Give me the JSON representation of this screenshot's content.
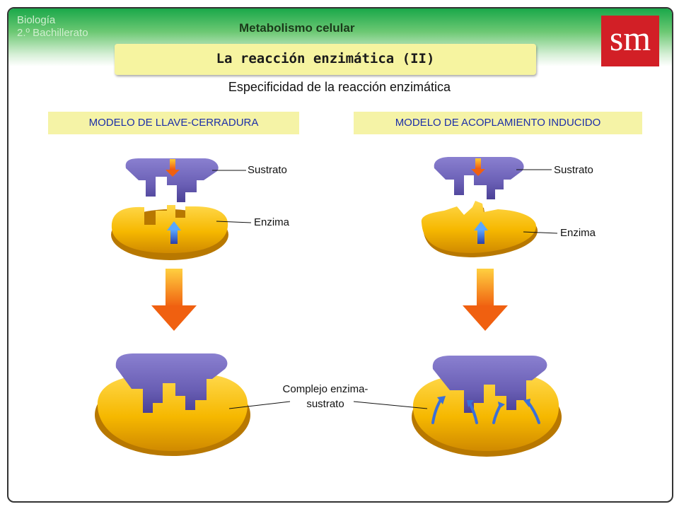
{
  "header": {
    "subject_line1": "Biología",
    "subject_line2": "2.º Bachillerato",
    "unit_title": "Metabolismo celular",
    "logo": "sm"
  },
  "slide": {
    "title": "La reacción enzimática (II)",
    "subtitle": "Especificidad de la reacción enzimática"
  },
  "models": {
    "left": {
      "title": "MODELO DE LLAVE-CERRADURA",
      "substrate_label": "Sustrato",
      "enzyme_label": "Enzima"
    },
    "right": {
      "title": "MODELO DE ACOPLAMIENTO INDUCIDO",
      "substrate_label": "Sustrato",
      "enzyme_label": "Enzima"
    }
  },
  "complex_label_line1": "Complejo enzima-",
  "complex_label_line2": "sustrato",
  "colors": {
    "header_green": "#1aa84a",
    "logo_red": "#d21f26",
    "banner_yellow": "#f5f3a6",
    "model_title_blue": "#1c2fa8",
    "enzyme_yellow": "#f6b800",
    "substrate_purple": "#6a5fb5",
    "arrow_orange": "#f07f10",
    "arrow_blue": "#3b6fd8"
  }
}
